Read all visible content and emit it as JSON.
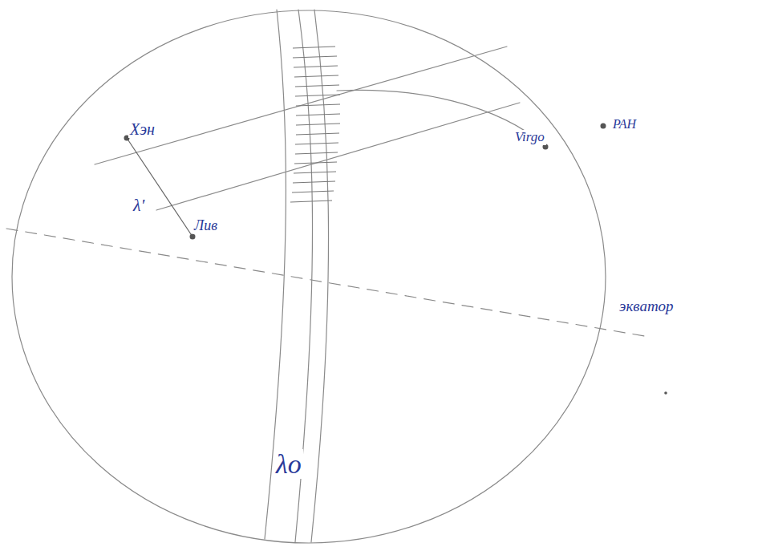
{
  "diagram": {
    "labels": [
      "Хэн",
      "λ'",
      "Лив",
      "Virgo",
      "PAH",
      "экватор",
      "λo"
    ]
  }
}
